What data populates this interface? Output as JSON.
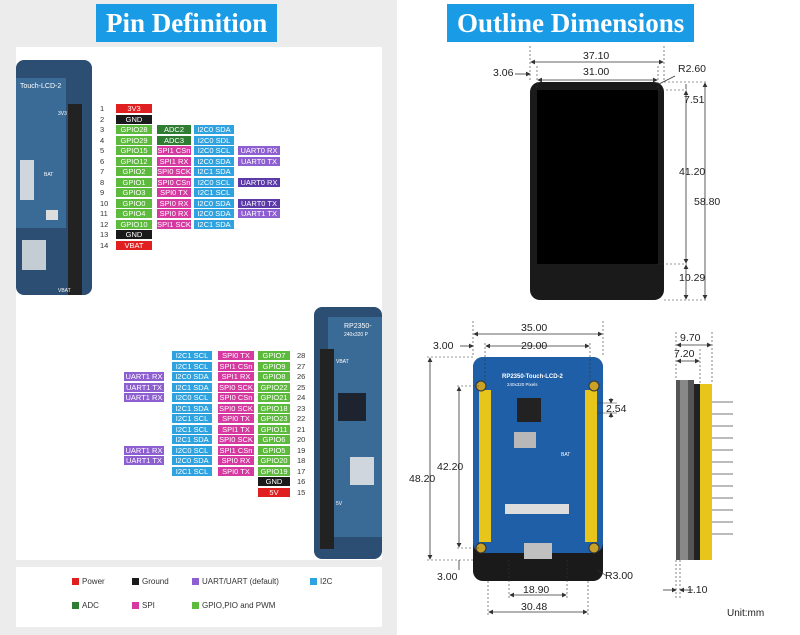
{
  "titles": {
    "left": "Pin Definition",
    "right": "Outline Dimensions"
  },
  "colors": {
    "power": "#e02020",
    "ground": "#1a1a1a",
    "uart": "#8e5fd1",
    "i2c": "#2ea3e0",
    "adc": "#2f7d32",
    "spi": "#d63aa0",
    "gpio": "#5cba3c"
  },
  "board_labels": {
    "top_board": "Touch-LCD-2",
    "bottom_board": "RP2350-",
    "bottom_board_sub": "240x320 P",
    "bottom_pcb": "RP2350-Touch-LCD-2",
    "bottom_pcb_sub": "240x320 Pixels",
    "vbat": "VBAT",
    "v3": "3V3",
    "bat": "BAT",
    "v5": "5V",
    "bat_left": "BAT"
  },
  "left_header": {
    "nums": [
      "1",
      "2",
      "3",
      "4",
      "5",
      "6",
      "7",
      "8",
      "9",
      "10",
      "11",
      "12",
      "13",
      "14"
    ],
    "rows": [
      [
        {
          "t": "3V3",
          "c": "red"
        }
      ],
      [
        {
          "t": "GND",
          "c": "black"
        }
      ],
      [
        {
          "t": "GPIO28",
          "c": "green"
        },
        {
          "t": "ADC2",
          "c": "dgreen"
        },
        {
          "t": "I2C0 SDA",
          "c": "blue"
        }
      ],
      [
        {
          "t": "GPIO29",
          "c": "green"
        },
        {
          "t": "ADC3",
          "c": "dgreen"
        },
        {
          "t": "I2C0 SDL",
          "c": "blue"
        }
      ],
      [
        {
          "t": "GPIO15",
          "c": "green"
        },
        {
          "t": "SPI1 CSn",
          "c": "pink"
        },
        {
          "t": "I2C0 SCL",
          "c": "blue"
        },
        {
          "t": "UART0 RX",
          "c": "purple"
        }
      ],
      [
        {
          "t": "GPIO12",
          "c": "green"
        },
        {
          "t": "SPI1 RX",
          "c": "pink"
        },
        {
          "t": "I2C0 SDA",
          "c": "blue"
        },
        {
          "t": "UART0 TX",
          "c": "purple"
        }
      ],
      [
        {
          "t": "GPIO2",
          "c": "green"
        },
        {
          "t": "SPI0 SCK",
          "c": "pink"
        },
        {
          "t": "I2C1 SDA",
          "c": "blue"
        }
      ],
      [
        {
          "t": "GPIO1",
          "c": "green"
        },
        {
          "t": "SPI0 CSn",
          "c": "pink"
        },
        {
          "t": "I2C0 SCL",
          "c": "blue"
        },
        {
          "t": "UART0 RX",
          "c": "dpurple"
        }
      ],
      [
        {
          "t": "GPIO3",
          "c": "green"
        },
        {
          "t": "SPI0 TX",
          "c": "pink"
        },
        {
          "t": "I2C1 SCL",
          "c": "blue"
        }
      ],
      [
        {
          "t": "GPIO0",
          "c": "green"
        },
        {
          "t": "SPI0 RX",
          "c": "pink"
        },
        {
          "t": "I2C0 SDA",
          "c": "blue"
        },
        {
          "t": "UART0 TX",
          "c": "dpurple"
        }
      ],
      [
        {
          "t": "GPIO4",
          "c": "green"
        },
        {
          "t": "SPI0 RX",
          "c": "pink"
        },
        {
          "t": "I2C0 SDA",
          "c": "blue"
        },
        {
          "t": "UART1 TX",
          "c": "purple"
        }
      ],
      [
        {
          "t": "GPIO10",
          "c": "green"
        },
        {
          "t": "SPI1 SCK",
          "c": "pink"
        },
        {
          "t": "I2C1 SDA",
          "c": "blue"
        }
      ],
      [
        {
          "t": "GND",
          "c": "black"
        }
      ],
      [
        {
          "t": "VBAT",
          "c": "red"
        }
      ]
    ]
  },
  "right_header": {
    "nums": [
      "28",
      "27",
      "26",
      "25",
      "24",
      "23",
      "22",
      "21",
      "20",
      "19",
      "18",
      "17",
      "16",
      "15"
    ],
    "rows": [
      [
        {
          "t": "I2C1 SCL",
          "c": "blue"
        },
        {
          "t": "SPI0 TX",
          "c": "pink"
        },
        {
          "t": "GPIO7",
          "c": "green"
        }
      ],
      [
        {
          "t": "I2C1 SCL",
          "c": "blue"
        },
        {
          "t": "SPI1 CSn",
          "c": "pink"
        },
        {
          "t": "GPIO9",
          "c": "green"
        }
      ],
      [
        {
          "t": "UART1 RX",
          "c": "purple"
        },
        {
          "t": "I2C0 SDA",
          "c": "blue"
        },
        {
          "t": "SPI1 RX",
          "c": "pink"
        },
        {
          "t": "GPIO8",
          "c": "green"
        }
      ],
      [
        {
          "t": "UART1 TX",
          "c": "purple"
        },
        {
          "t": "I2C1 SDA",
          "c": "blue"
        },
        {
          "t": "SPI0 SCK",
          "c": "pink"
        },
        {
          "t": "GPIO22",
          "c": "green"
        }
      ],
      [
        {
          "t": "UART1 RX",
          "c": "purple"
        },
        {
          "t": "I2C0 SCL",
          "c": "blue"
        },
        {
          "t": "SPI0 CSn",
          "c": "pink"
        },
        {
          "t": "GPIO21",
          "c": "green"
        }
      ],
      [
        {
          "t": "I2C1 SDA",
          "c": "blue"
        },
        {
          "t": "SPI0 SCK",
          "c": "pink"
        },
        {
          "t": "GPIO18",
          "c": "green"
        }
      ],
      [
        {
          "t": "I2C1 SCL",
          "c": "blue"
        },
        {
          "t": "SPI0 TX",
          "c": "pink"
        },
        {
          "t": "GPIO23",
          "c": "green"
        }
      ],
      [
        {
          "t": "I2C1 SCL",
          "c": "blue"
        },
        {
          "t": "SPI1 TX",
          "c": "pink"
        },
        {
          "t": "GPIO11",
          "c": "green"
        }
      ],
      [
        {
          "t": "I2C1 SDA",
          "c": "blue"
        },
        {
          "t": "SPI0 SCK",
          "c": "pink"
        },
        {
          "t": "GPIO6",
          "c": "green"
        }
      ],
      [
        {
          "t": "UART1 RX",
          "c": "purple"
        },
        {
          "t": "I2C0 SCL",
          "c": "blue"
        },
        {
          "t": "SPI1 CSn",
          "c": "pink"
        },
        {
          "t": "GPIO5",
          "c": "green"
        }
      ],
      [
        {
          "t": "UART1 TX",
          "c": "purple"
        },
        {
          "t": "I2C0 SDA",
          "c": "blue"
        },
        {
          "t": "SPI0 RX",
          "c": "pink"
        },
        {
          "t": "GPIO20",
          "c": "green"
        }
      ],
      [
        {
          "t": "I2C1 SCL",
          "c": "blue"
        },
        {
          "t": "SPI0 TX",
          "c": "pink"
        },
        {
          "t": "GPIO19",
          "c": "green"
        }
      ],
      [
        {
          "t": "GND",
          "c": "black"
        }
      ],
      [
        {
          "t": "5V",
          "c": "red"
        }
      ]
    ]
  },
  "legend": [
    {
      "label": "Power",
      "c": "red"
    },
    {
      "label": "Ground",
      "c": "black"
    },
    {
      "label": "UART/UART (default)",
      "c": "purple"
    },
    {
      "label": "I2C",
      "c": "blue"
    },
    {
      "label": "ADC",
      "c": "dgreen"
    },
    {
      "label": "SPI",
      "c": "pink"
    },
    {
      "label": "GPIO,PIO and PWM",
      "c": "green"
    }
  ],
  "dimensions": {
    "top_width_outer": "37.10",
    "top_width_inner": "31.00",
    "top_left_offset": "3.06",
    "corner_radius_top": "R2.60",
    "top_margin": "7.51",
    "screen_height": "41.20",
    "total_height": "58.80",
    "bottom_margin": "10.29",
    "pcb_width": "35.00",
    "pcb_left_offset": "3.00",
    "pcb_inner_width": "29.00",
    "pin_pitch": "2.54",
    "pcb_header_height": "42.20",
    "pcb_total_height": "48.20",
    "pcb_bottom_offset": "3.00",
    "corner_radius_pcb": "R3.00",
    "usb_width": "18.90",
    "bottom_width": "30.48",
    "side_thickness": "9.70",
    "side_inner": "7.20",
    "side_bottom": "1.10",
    "unit": "Unit:mm"
  }
}
